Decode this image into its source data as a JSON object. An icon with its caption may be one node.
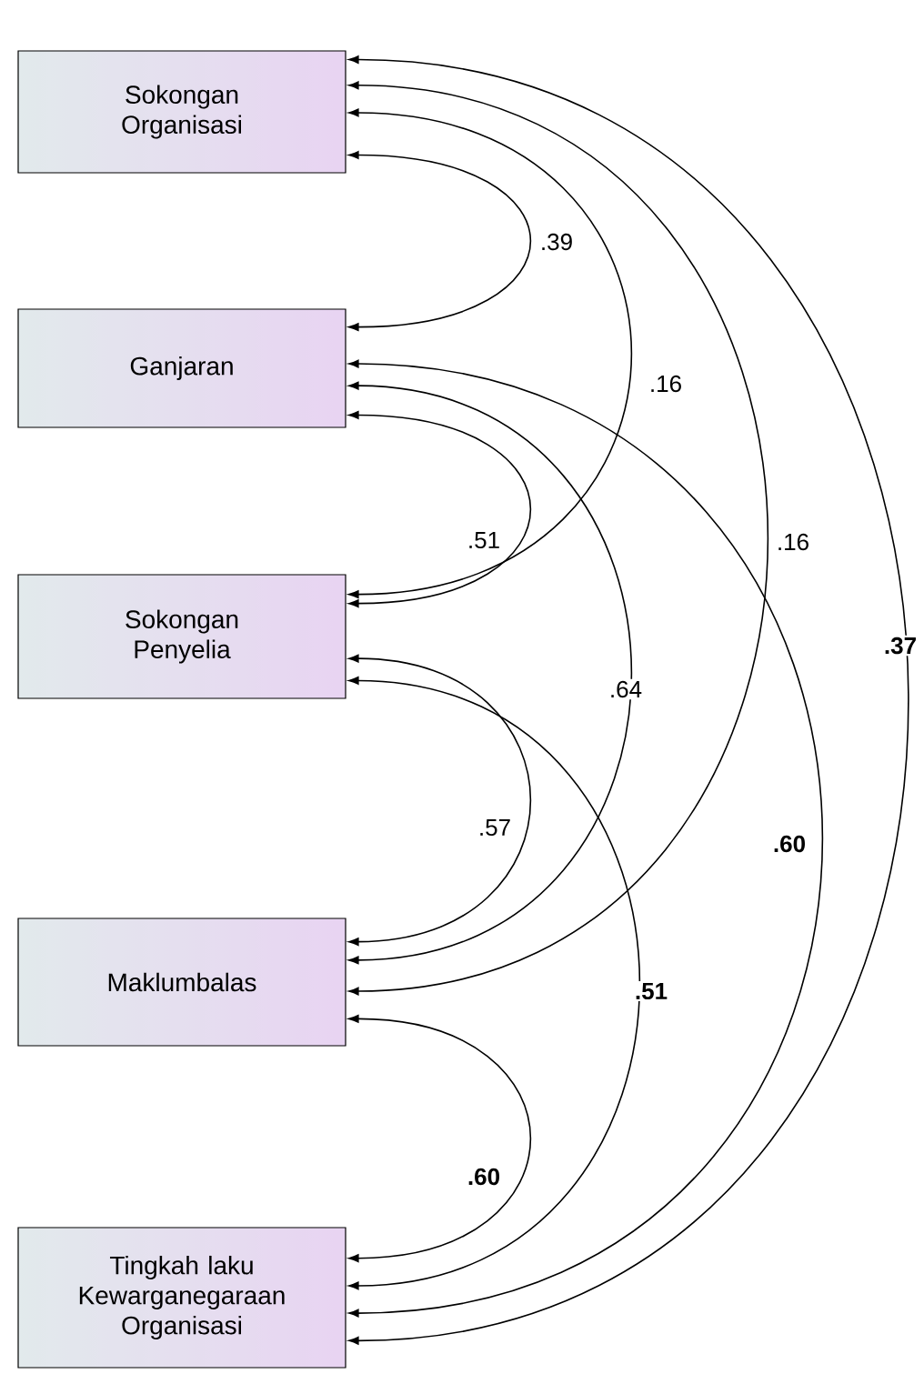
{
  "diagram": {
    "nodes": [
      {
        "text": [
          "Sokongan Organisasi"
        ]
      },
      {
        "text": [
          "Ganjaran"
        ]
      },
      {
        "text": [
          "Sokongan Penyelia"
        ]
      },
      {
        "text": [
          "Maklumbalas"
        ]
      },
      {
        "text": [
          "Tingkah laku Kewarganegaraan Organisasi"
        ]
      }
    ],
    "edges": [
      {
        "from": 0,
        "to": 1,
        "arrow": "both",
        "label": ".39"
      },
      {
        "from": 0,
        "to": 2,
        "arrow": "both",
        "label": ".16"
      },
      {
        "from": 0,
        "to": 3,
        "arrow": "both",
        "label": ".16"
      },
      {
        "from": 0,
        "to": 4,
        "arrow": "both",
        "label": "**.37**"
      },
      {
        "from": 1,
        "to": 2,
        "arrow": "both",
        "label": ".51"
      },
      {
        "from": 1,
        "to": 3,
        "arrow": "both",
        "label": ".64"
      },
      {
        "from": 1,
        "to": 4,
        "arrow": "both",
        "label": "**.60**"
      },
      {
        "from": 2,
        "to": 3,
        "arrow": "both",
        "label": ".57"
      },
      {
        "from": 2,
        "to": 4,
        "arrow": "both",
        "label": "**.51**"
      },
      {
        "from": 3,
        "to": 4,
        "arrow": "both",
        "label": "**.60**"
      }
    ]
  }
}
